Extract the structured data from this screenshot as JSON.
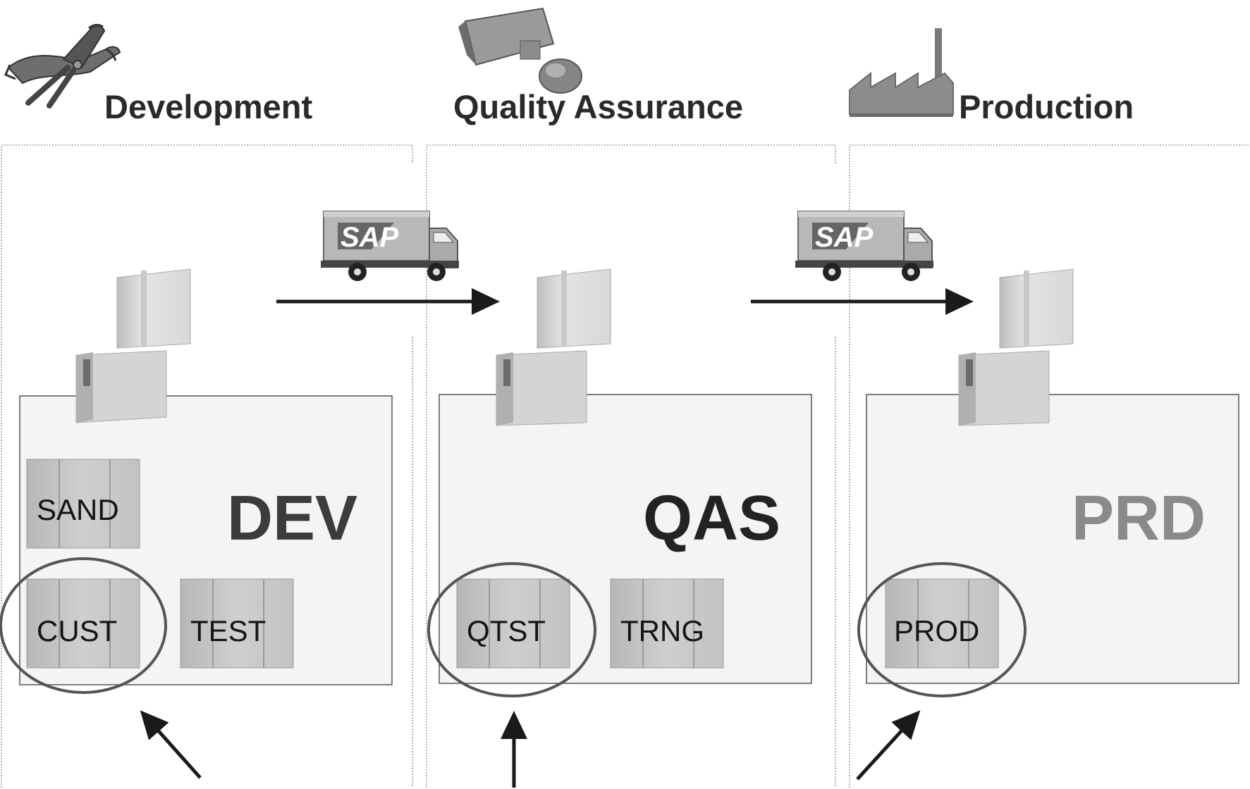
{
  "columns": [
    {
      "id": "dev",
      "title": "Development",
      "system": "DEV",
      "system_color": "#3c3c3c",
      "clients": [
        "SAND",
        "CUST",
        "TEST"
      ],
      "highlighted_client": "CUST",
      "icon": "pliers-wrench-icon"
    },
    {
      "id": "qas",
      "title": "Quality Assurance",
      "system": "QAS",
      "system_color": "#232323",
      "clients": [
        "QTST",
        "TRNG"
      ],
      "highlighted_client": "QTST",
      "icon": "stamp-icon"
    },
    {
      "id": "prd",
      "title": "Production",
      "system": "PRD",
      "system_color": "#8a8a8a",
      "clients": [
        "PROD"
      ],
      "highlighted_client": "PROD",
      "icon": "factory-icon"
    }
  ],
  "transports": [
    {
      "from": "DEV",
      "to": "QAS",
      "logo": "SAP",
      "icon": "truck-icon"
    },
    {
      "from": "QAS",
      "to": "PRD",
      "logo": "SAP",
      "icon": "truck-icon"
    }
  ]
}
